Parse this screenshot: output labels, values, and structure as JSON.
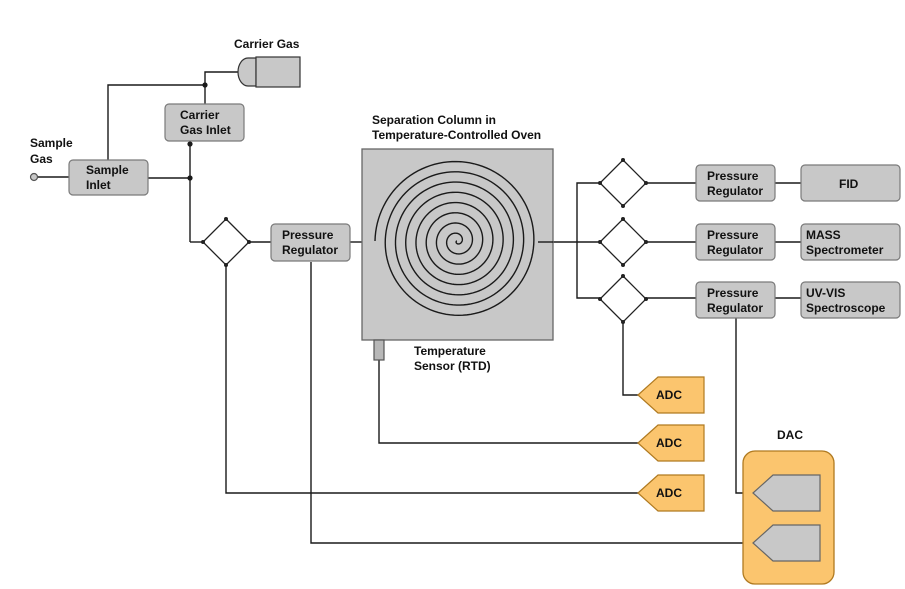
{
  "labels": {
    "carrier_gas": "Carrier Gas",
    "sample_gas_line1": "Sample",
    "sample_gas_line2": "Gas",
    "sample_inlet_line1": "Sample",
    "sample_inlet_line2": "Inlet",
    "carrier_inlet_line1": "Carrier",
    "carrier_inlet_line2": "Gas Inlet",
    "column_title_line1": "Separation Column in",
    "column_title_line2": "Temperature-Controlled Oven",
    "temp_sensor_line1": "Temperature",
    "temp_sensor_line2": "Sensor (RTD)",
    "pressure_line1": "Pressure",
    "pressure_line2": "Regulator",
    "fid": "FID",
    "mass_line1": "MASS",
    "mass_line2": "Spectrometer",
    "uvvis_line1": "UV-VIS",
    "uvvis_line2": "Spectroscope",
    "adc": "ADC",
    "dac": "DAC"
  },
  "colors": {
    "box_fill": "#c8c8c8",
    "adc_fill": "#fbc56e",
    "dac_fill": "#fbc56e"
  }
}
